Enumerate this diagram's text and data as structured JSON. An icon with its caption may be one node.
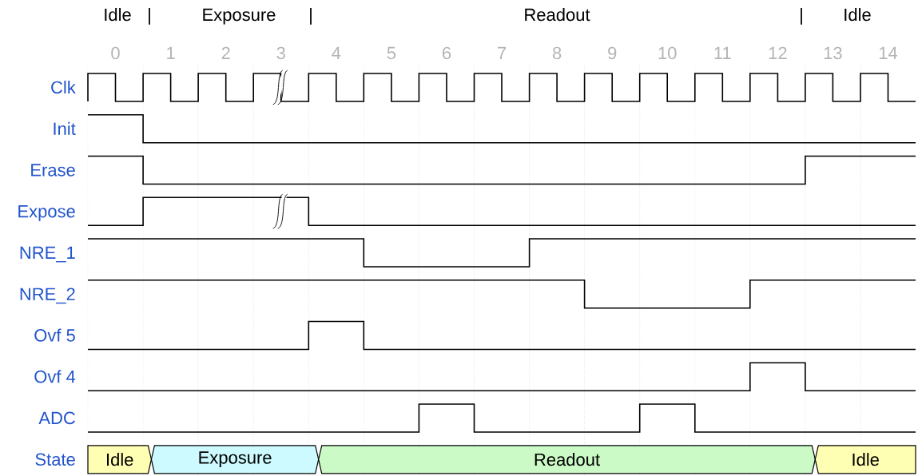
{
  "diagram": {
    "nodes": [
      {
        "text": [
          "Idle"
        ]
      },
      {
        "text": [
          "Exposure"
        ]
      },
      {
        "text": [
          "Readout"
        ]
      },
      {
        "text": [
          "Idle"
        ]
      }
    ],
    "labels": [
      "Idle",
      "|",
      "Exposure",
      "|",
      "Readout",
      "|",
      "Idle",
      "0",
      "1",
      "2",
      "3",
      "4",
      "5",
      "6",
      "7",
      "8",
      "9",
      "10",
      "11",
      "12",
      "13",
      "14",
      "Clk",
      "Init",
      "Erase",
      "Expose",
      "NRE_1",
      "NRE_2",
      "Ovf 5",
      "Ovf 4",
      "ADC",
      "State"
    ]
  }
}
